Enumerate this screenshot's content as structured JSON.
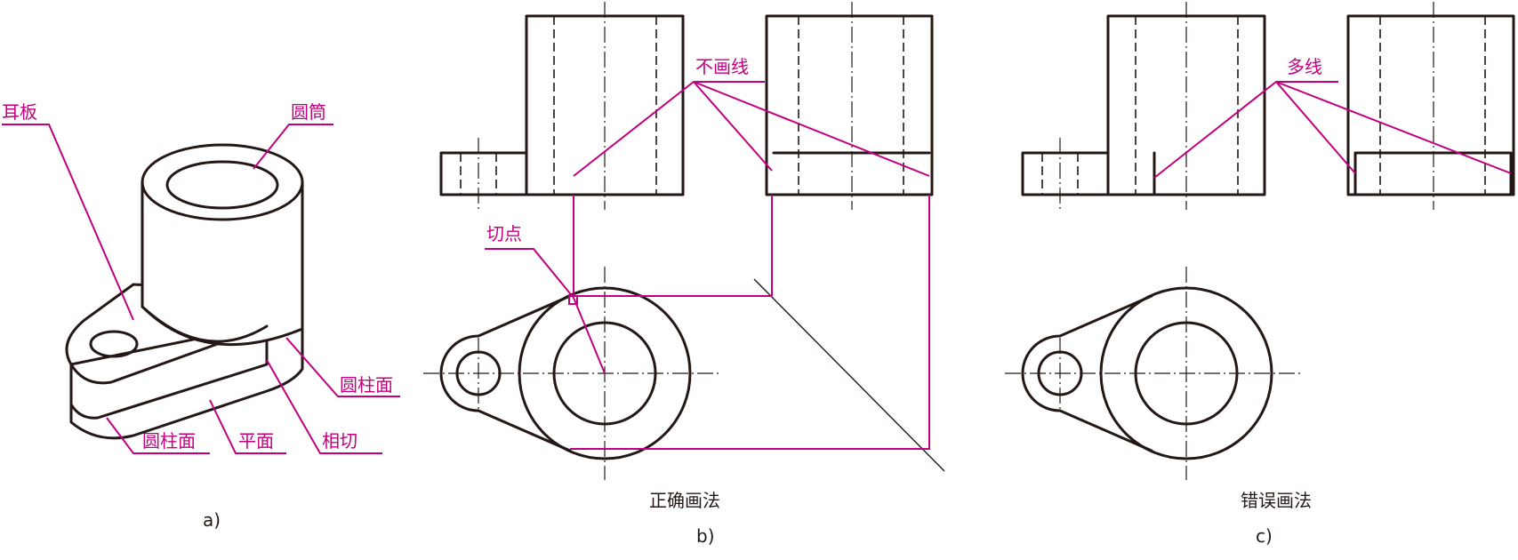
{
  "colors": {
    "line": "#231815",
    "annotation": "#c0007e",
    "background": "#ffffff"
  },
  "panel_a": {
    "caption": "a)",
    "labels": {
      "ear_plate": "耳板",
      "tube": "圆筒",
      "cylinder_face_right": "圆柱面",
      "cylinder_face_bottom": "圆柱面",
      "plane": "平面",
      "tangent": "相切"
    }
  },
  "panel_b": {
    "caption": "b)",
    "title": "正确画法",
    "labels": {
      "no_line": "不画线",
      "tangent_point": "切点"
    }
  },
  "panel_c": {
    "caption": "c)",
    "title": "错误画法",
    "labels": {
      "extra_line": "多线"
    }
  }
}
